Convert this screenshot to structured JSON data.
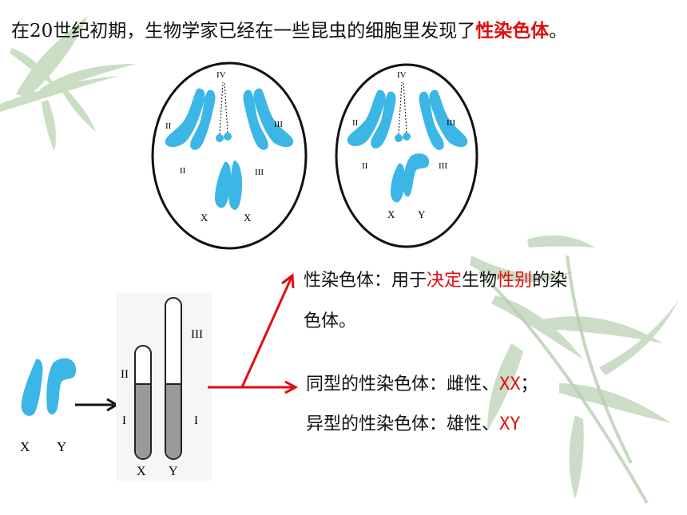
{
  "intro": {
    "text": "在20世纪初期，生物学家已经在一些昆虫的细胞里发现了",
    "highlight": "性染色体",
    "end": "。"
  },
  "cell_female": {
    "label_top": "IV",
    "label_left_top": "II",
    "label_right_top": "III",
    "label_left_bottom": "II",
    "label_right_bottom": "III",
    "label_x1": "X",
    "label_x2": "X"
  },
  "cell_male": {
    "label_top": "IV",
    "label_left_top": "II",
    "label_right_top": "III",
    "label_left_bottom": "II",
    "label_right_bottom": "III",
    "label_x": "X",
    "label_y": "Y"
  },
  "xy_pair": {
    "x_label": "X",
    "y_label": "Y"
  },
  "bars": {
    "label_iii": "III",
    "label_ii": "II",
    "label_i_left": "I",
    "label_i_right": "I",
    "x_label": "X",
    "y_label": "Y"
  },
  "definition": {
    "line1_a": "性染色体：用于",
    "line1_b": "决定",
    "line1_c": "生物",
    "line1_d": "性别",
    "line1_e": "的染",
    "line2": "色体。"
  },
  "homo": {
    "text": "同型的性染色体：雌性、",
    "value": "XX",
    "end": "；"
  },
  "hetero": {
    "text": "异型的性染色体：雄性、",
    "value": "XY"
  },
  "colors": {
    "accent": "#e10d0d",
    "chromosome": "#3cb6e6",
    "bamboo": "#a9c7a2"
  }
}
